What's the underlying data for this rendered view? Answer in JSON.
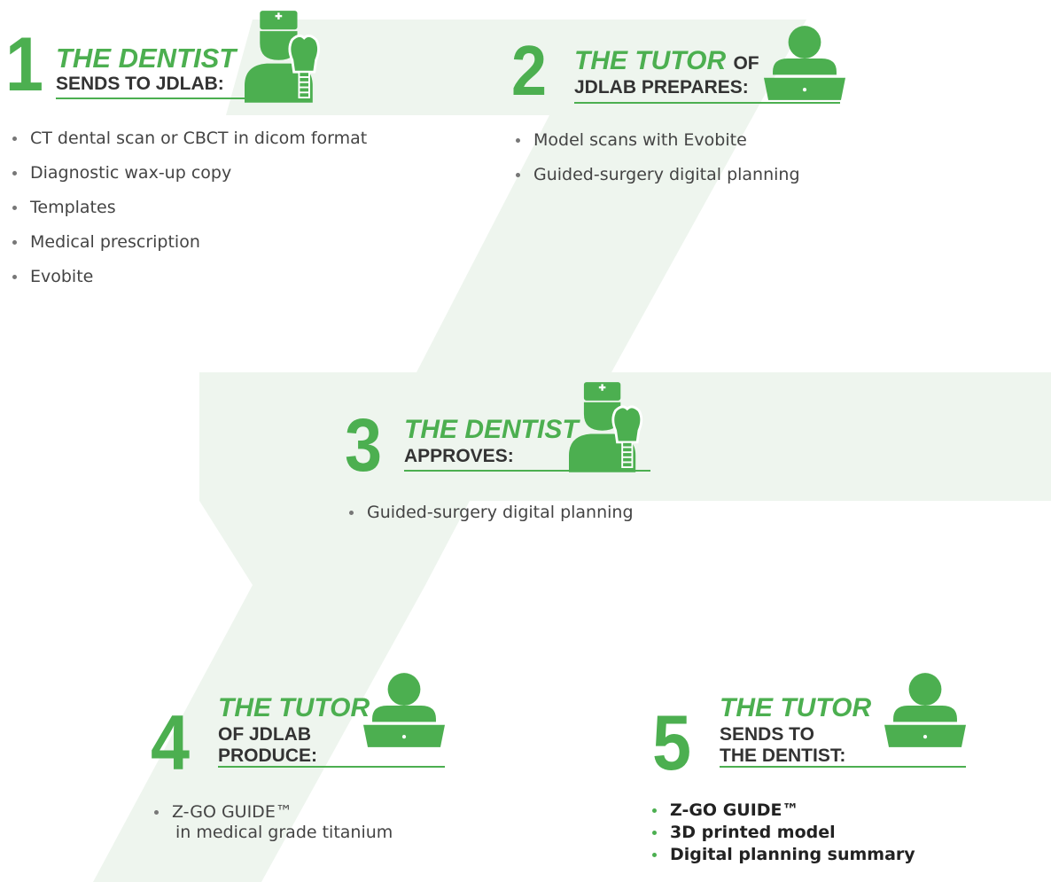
{
  "colors": {
    "accent": "#4caf50",
    "background_shape": "#eef5ee",
    "text": "#444444",
    "heading_dark": "#333333"
  },
  "steps": [
    {
      "number": "1",
      "title": "THE DENTIST",
      "subtitle_lines": [
        "SENDS TO JDLAB:"
      ],
      "icon": "dentist-icon",
      "items": [
        "CT dental scan or CBCT in dicom format",
        "Diagnostic wax-up copy",
        "Templates",
        "Medical prescription",
        "Evobite"
      ]
    },
    {
      "number": "2",
      "title": "THE TUTOR",
      "title_suffix": "OF",
      "subtitle_lines": [
        "JDLAB PREPARES:"
      ],
      "icon": "tutor-laptop-icon",
      "items": [
        "Model scans with Evobite",
        "Guided-surgery digital planning"
      ]
    },
    {
      "number": "3",
      "title": "THE DENTIST",
      "subtitle_lines": [
        "APPROVES:"
      ],
      "icon": "dentist-icon",
      "items": [
        "Guided-surgery digital planning"
      ]
    },
    {
      "number": "4",
      "title": "THE TUTOR",
      "subtitle_lines": [
        "OF JDLAB",
        "PRODUCE:"
      ],
      "icon": "tutor-laptop-icon",
      "items": [
        "Z-GO GUIDE™",
        "in medical grade titanium"
      ]
    },
    {
      "number": "5",
      "title": "THE TUTOR",
      "subtitle_lines": [
        "SENDS TO",
        "THE DENTIST:"
      ],
      "icon": "tutor-laptop-icon",
      "items": [
        "Z-GO GUIDE™",
        "3D printed model",
        "Digital planning summary"
      ]
    }
  ]
}
